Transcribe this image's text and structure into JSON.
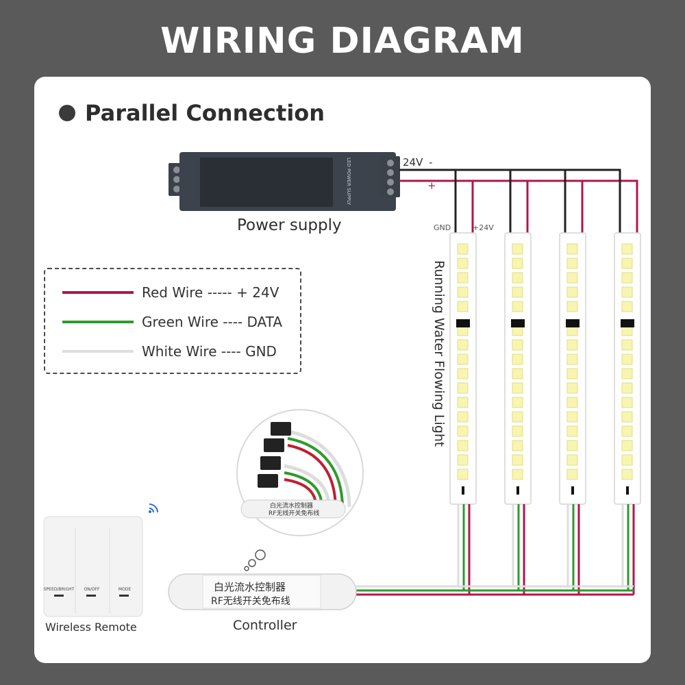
{
  "title": "WIRING DIAGRAM",
  "section": "Parallel Connection",
  "power_supply": {
    "label": "Power supply",
    "voltage_label": "24V",
    "minus_label": "-",
    "plus_label": "+",
    "case_text": "LED POWER SUPPLY"
  },
  "strip_pins": {
    "gnd": "GND",
    "pos": "+24V"
  },
  "strip_label": "Running Water Flowing Light",
  "legend": [
    {
      "text": "Red Wire ----- + 24V",
      "color": "#b0164a"
    },
    {
      "text": "Green Wire ---- DATA",
      "color": "#2e9a2e"
    },
    {
      "text": "White Wire ---- GND",
      "color": "#dddddd"
    }
  ],
  "controller": {
    "label": "Controller",
    "line1": "白光流水控制器",
    "line2": "RF无线开关免布线"
  },
  "remote": {
    "label": "Wireless Remote",
    "buttons": [
      "SPEED/BRIGHT",
      "ON/OFF",
      "MODE"
    ]
  },
  "colors": {
    "background": "#5a5a5a",
    "panel": "#ffffff",
    "red_wire": "#b0164a",
    "green_wire": "#2e9a2e",
    "white_wire": "#dddddd",
    "black_wire": "#222222",
    "led": "#f7f5b0"
  }
}
